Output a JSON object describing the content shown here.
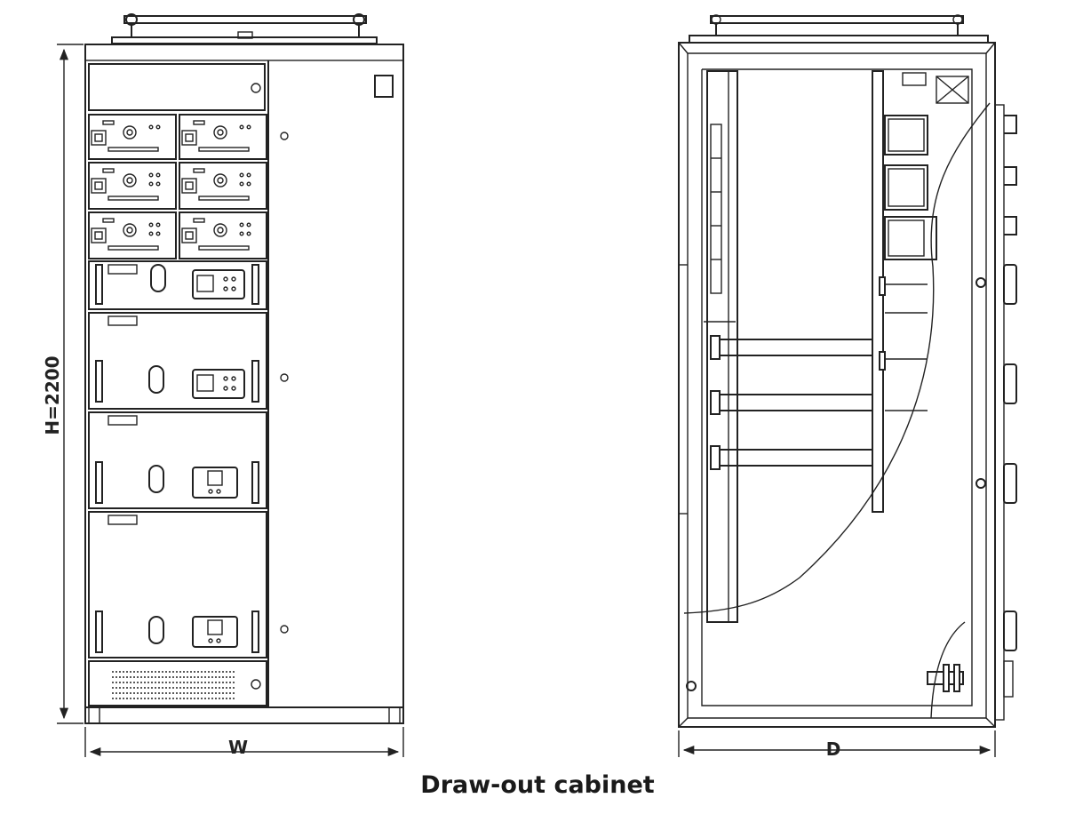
{
  "caption": "Draw-out cabinet",
  "dimensions": {
    "height_label": "H=2200",
    "width_label": "W",
    "depth_label": "D"
  },
  "colors": {
    "line": "#222222",
    "background": "#ffffff"
  }
}
